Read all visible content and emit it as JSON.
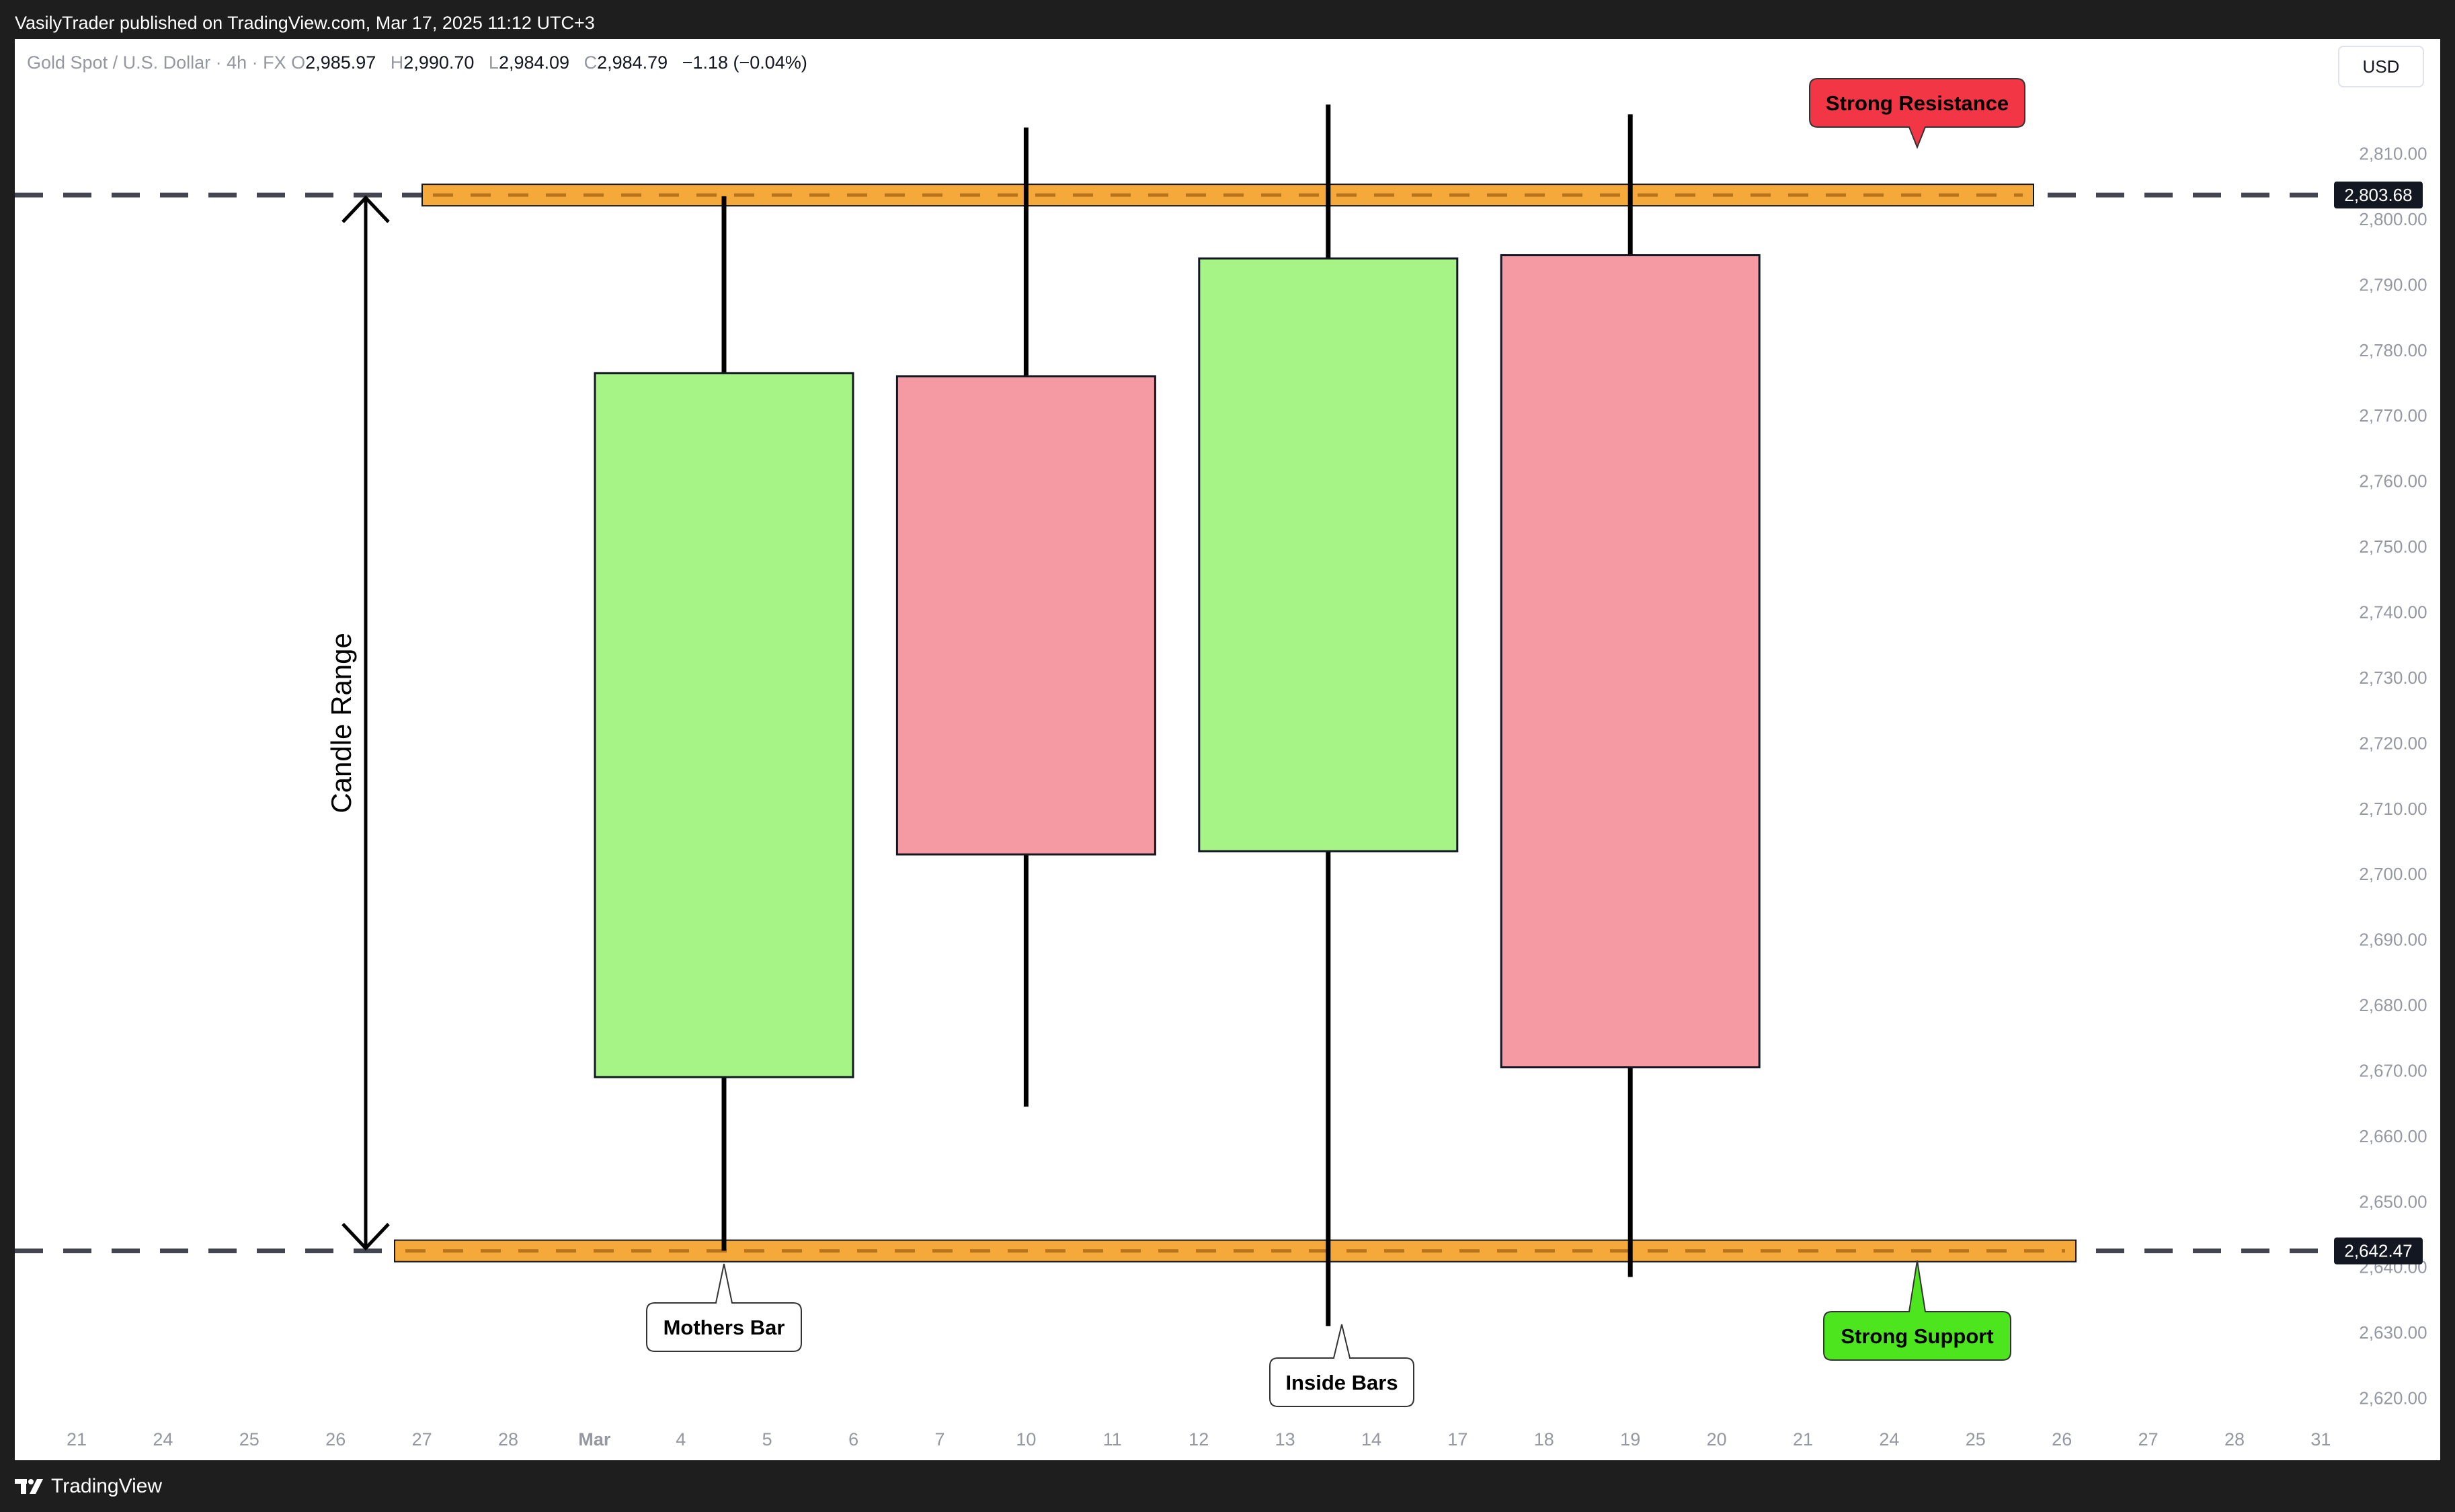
{
  "header": {
    "publish_line": "VasilyTrader published on TradingView.com, Mar 17, 2025 11:12 UTC+3"
  },
  "legend": {
    "symbol": "Gold Spot / U.S. Dollar · 4h · FX",
    "o_label": "O",
    "o_value": "2,985.97",
    "h_label": "H",
    "h_value": "2,990.70",
    "l_label": "L",
    "l_value": "2,984.09",
    "c_label": "C",
    "c_value": "2,984.79",
    "change": "−1.18 (−0.04%)"
  },
  "currency_button": "USD",
  "footer": {
    "brand": "TradingView"
  },
  "colors": {
    "bull": "#a6f386",
    "bear": "#f59aa2",
    "zone": "#f6a93b",
    "resistance_label": "#f23645",
    "support_label": "#4ce51e"
  },
  "annotations": {
    "candle_range": "Candle Range",
    "strong_resistance": "Strong Resistance",
    "strong_support": "Strong Support",
    "mothers_bar": "Mothers Bar",
    "inside_bars": "Inside Bars"
  },
  "chart_data": {
    "type": "candlestick",
    "y_ticks": [
      "2,620.00",
      "2,630.00",
      "2,640.00",
      "2,650.00",
      "2,660.00",
      "2,670.00",
      "2,680.00",
      "2,690.00",
      "2,700.00",
      "2,710.00",
      "2,720.00",
      "2,730.00",
      "2,740.00",
      "2,750.00",
      "2,760.00",
      "2,770.00",
      "2,780.00",
      "2,790.00",
      "2,800.00",
      "2,810.00"
    ],
    "x_ticks": [
      "21",
      "24",
      "25",
      "26",
      "27",
      "28",
      "Mar",
      "4",
      "5",
      "6",
      "7",
      "10",
      "11",
      "12",
      "13",
      "14",
      "17",
      "18",
      "19",
      "20",
      "21",
      "24",
      "25",
      "26",
      "27",
      "28",
      "31"
    ],
    "ylim": [
      2614,
      2831
    ],
    "candles": [
      {
        "open": 2669.0,
        "high": 2803.5,
        "low": 2642.5,
        "close": 2776.5,
        "x_slot": 7.5
      },
      {
        "open": 2776.0,
        "high": 2814.0,
        "low": 2664.5,
        "close": 2703.0,
        "x_slot": 11.0
      },
      {
        "open": 2703.5,
        "high": 2817.5,
        "low": 2631.0,
        "close": 2794.0,
        "x_slot": 14.5
      },
      {
        "open": 2794.5,
        "high": 2816.0,
        "low": 2638.5,
        "close": 2670.5,
        "x_slot": 18.0
      }
    ],
    "levels": [
      {
        "name": "Resistance",
        "price": 2803.68,
        "label": "2,803.68"
      },
      {
        "name": "Support",
        "price": 2642.47,
        "label": "2,642.47"
      }
    ]
  }
}
